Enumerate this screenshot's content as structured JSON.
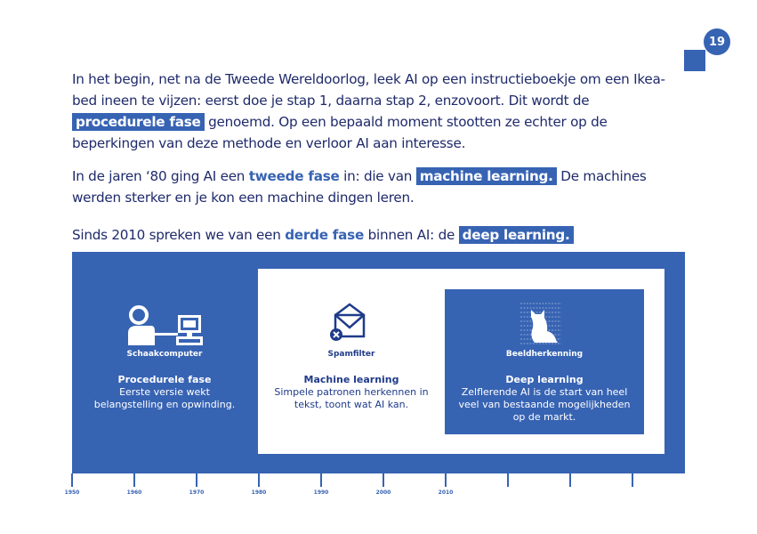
{
  "page_number": "19",
  "colors": {
    "accent": "#3763b3",
    "text": "#1f2a6b"
  },
  "paragraph1": {
    "text_a": "In het begin, net na de Tweede Wereldoorlog, leek AI op een instructieboekje om een Ikea-bed ineen te vijzen: eerst doe je stap 1, daarna stap 2, enzovoort. Dit wordt de ",
    "highlight": "procedurele fase",
    "text_b": " genoemd. Op een bepaald moment stootten ze echter op de beperkingen van deze methode en verloor AI aan interesse."
  },
  "paragraph2": {
    "text_a": "In de jaren ‘80 ging AI een ",
    "bold": "tweede fase",
    "text_b": " in: die van ",
    "highlight": "machine learning.",
    "text_c": " De machines werden sterker en je kon een machine dingen leren."
  },
  "paragraph3": {
    "text_a": "Sinds 2010 spreken we van een ",
    "bold": "derde fase",
    "text_b": " binnen AI: de ",
    "highlight": "deep learning."
  },
  "phases": [
    {
      "icon": "chess-computer-icon",
      "caption": "Schaakcomputer",
      "title": "Procedurele fase",
      "text": "Eerste versie wekt belangstelling en opwinding."
    },
    {
      "icon": "spam-mail-icon",
      "caption": "Spamfilter",
      "title": "Machine learning",
      "text": "Simpele patronen herkennen in tekst, toont wat AI kan."
    },
    {
      "icon": "cat-image-recognition-icon",
      "caption": "Beeldherkenning",
      "title": "Deep learning",
      "text": "Zelflerende AI is de start van heel veel van bestaande mogelijkheden op de markt."
    }
  ],
  "timeline": {
    "labels": [
      "1950",
      "1960",
      "1970",
      "1980",
      "1990",
      "2000",
      "2010",
      "",
      "",
      ""
    ]
  }
}
